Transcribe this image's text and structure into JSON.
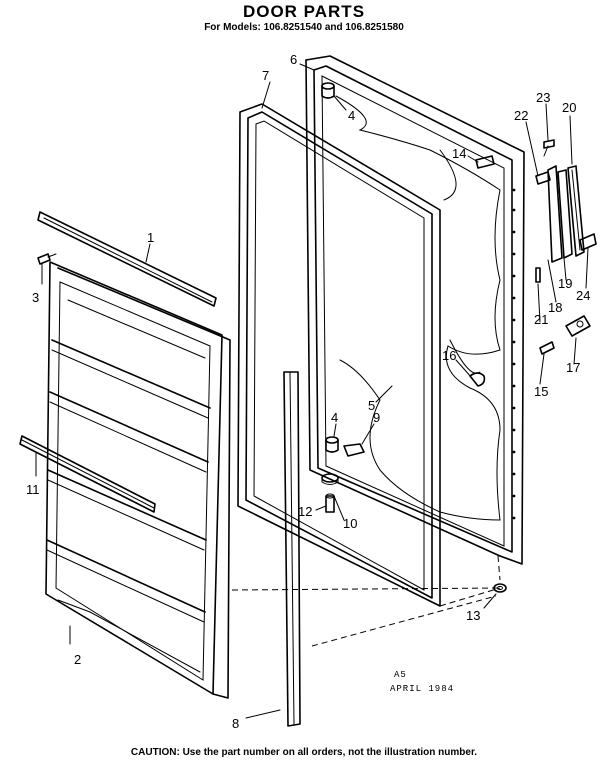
{
  "header": {
    "title": "DOOR PARTS",
    "models": "For Models: 106.8251540 and 106.8251580"
  },
  "footer": {
    "caution": "CAUTION: Use the part number on all orders, not the illustration number.",
    "code_line1": "A5",
    "code_line2": "APRIL 1984"
  },
  "parts": [
    {
      "key": "p1",
      "label": "1"
    },
    {
      "key": "p2",
      "label": "2"
    },
    {
      "key": "p3",
      "label": "3"
    },
    {
      "key": "p4a",
      "label": "4"
    },
    {
      "key": "p4b",
      "label": "4"
    },
    {
      "key": "p5",
      "label": "5"
    },
    {
      "key": "p6",
      "label": "6"
    },
    {
      "key": "p7",
      "label": "7"
    },
    {
      "key": "p8",
      "label": "8"
    },
    {
      "key": "p9",
      "label": "9"
    },
    {
      "key": "p10",
      "label": "10"
    },
    {
      "key": "p11",
      "label": "11"
    },
    {
      "key": "p12",
      "label": "12"
    },
    {
      "key": "p13",
      "label": "13"
    },
    {
      "key": "p14",
      "label": "14"
    },
    {
      "key": "p15",
      "label": "15"
    },
    {
      "key": "p16",
      "label": "16"
    },
    {
      "key": "p17",
      "label": "17"
    },
    {
      "key": "p18",
      "label": "18"
    },
    {
      "key": "p19",
      "label": "19"
    },
    {
      "key": "p20",
      "label": "20"
    },
    {
      "key": "p21",
      "label": "21"
    },
    {
      "key": "p22",
      "label": "22"
    },
    {
      "key": "p23",
      "label": "23"
    },
    {
      "key": "p24",
      "label": "24"
    }
  ]
}
